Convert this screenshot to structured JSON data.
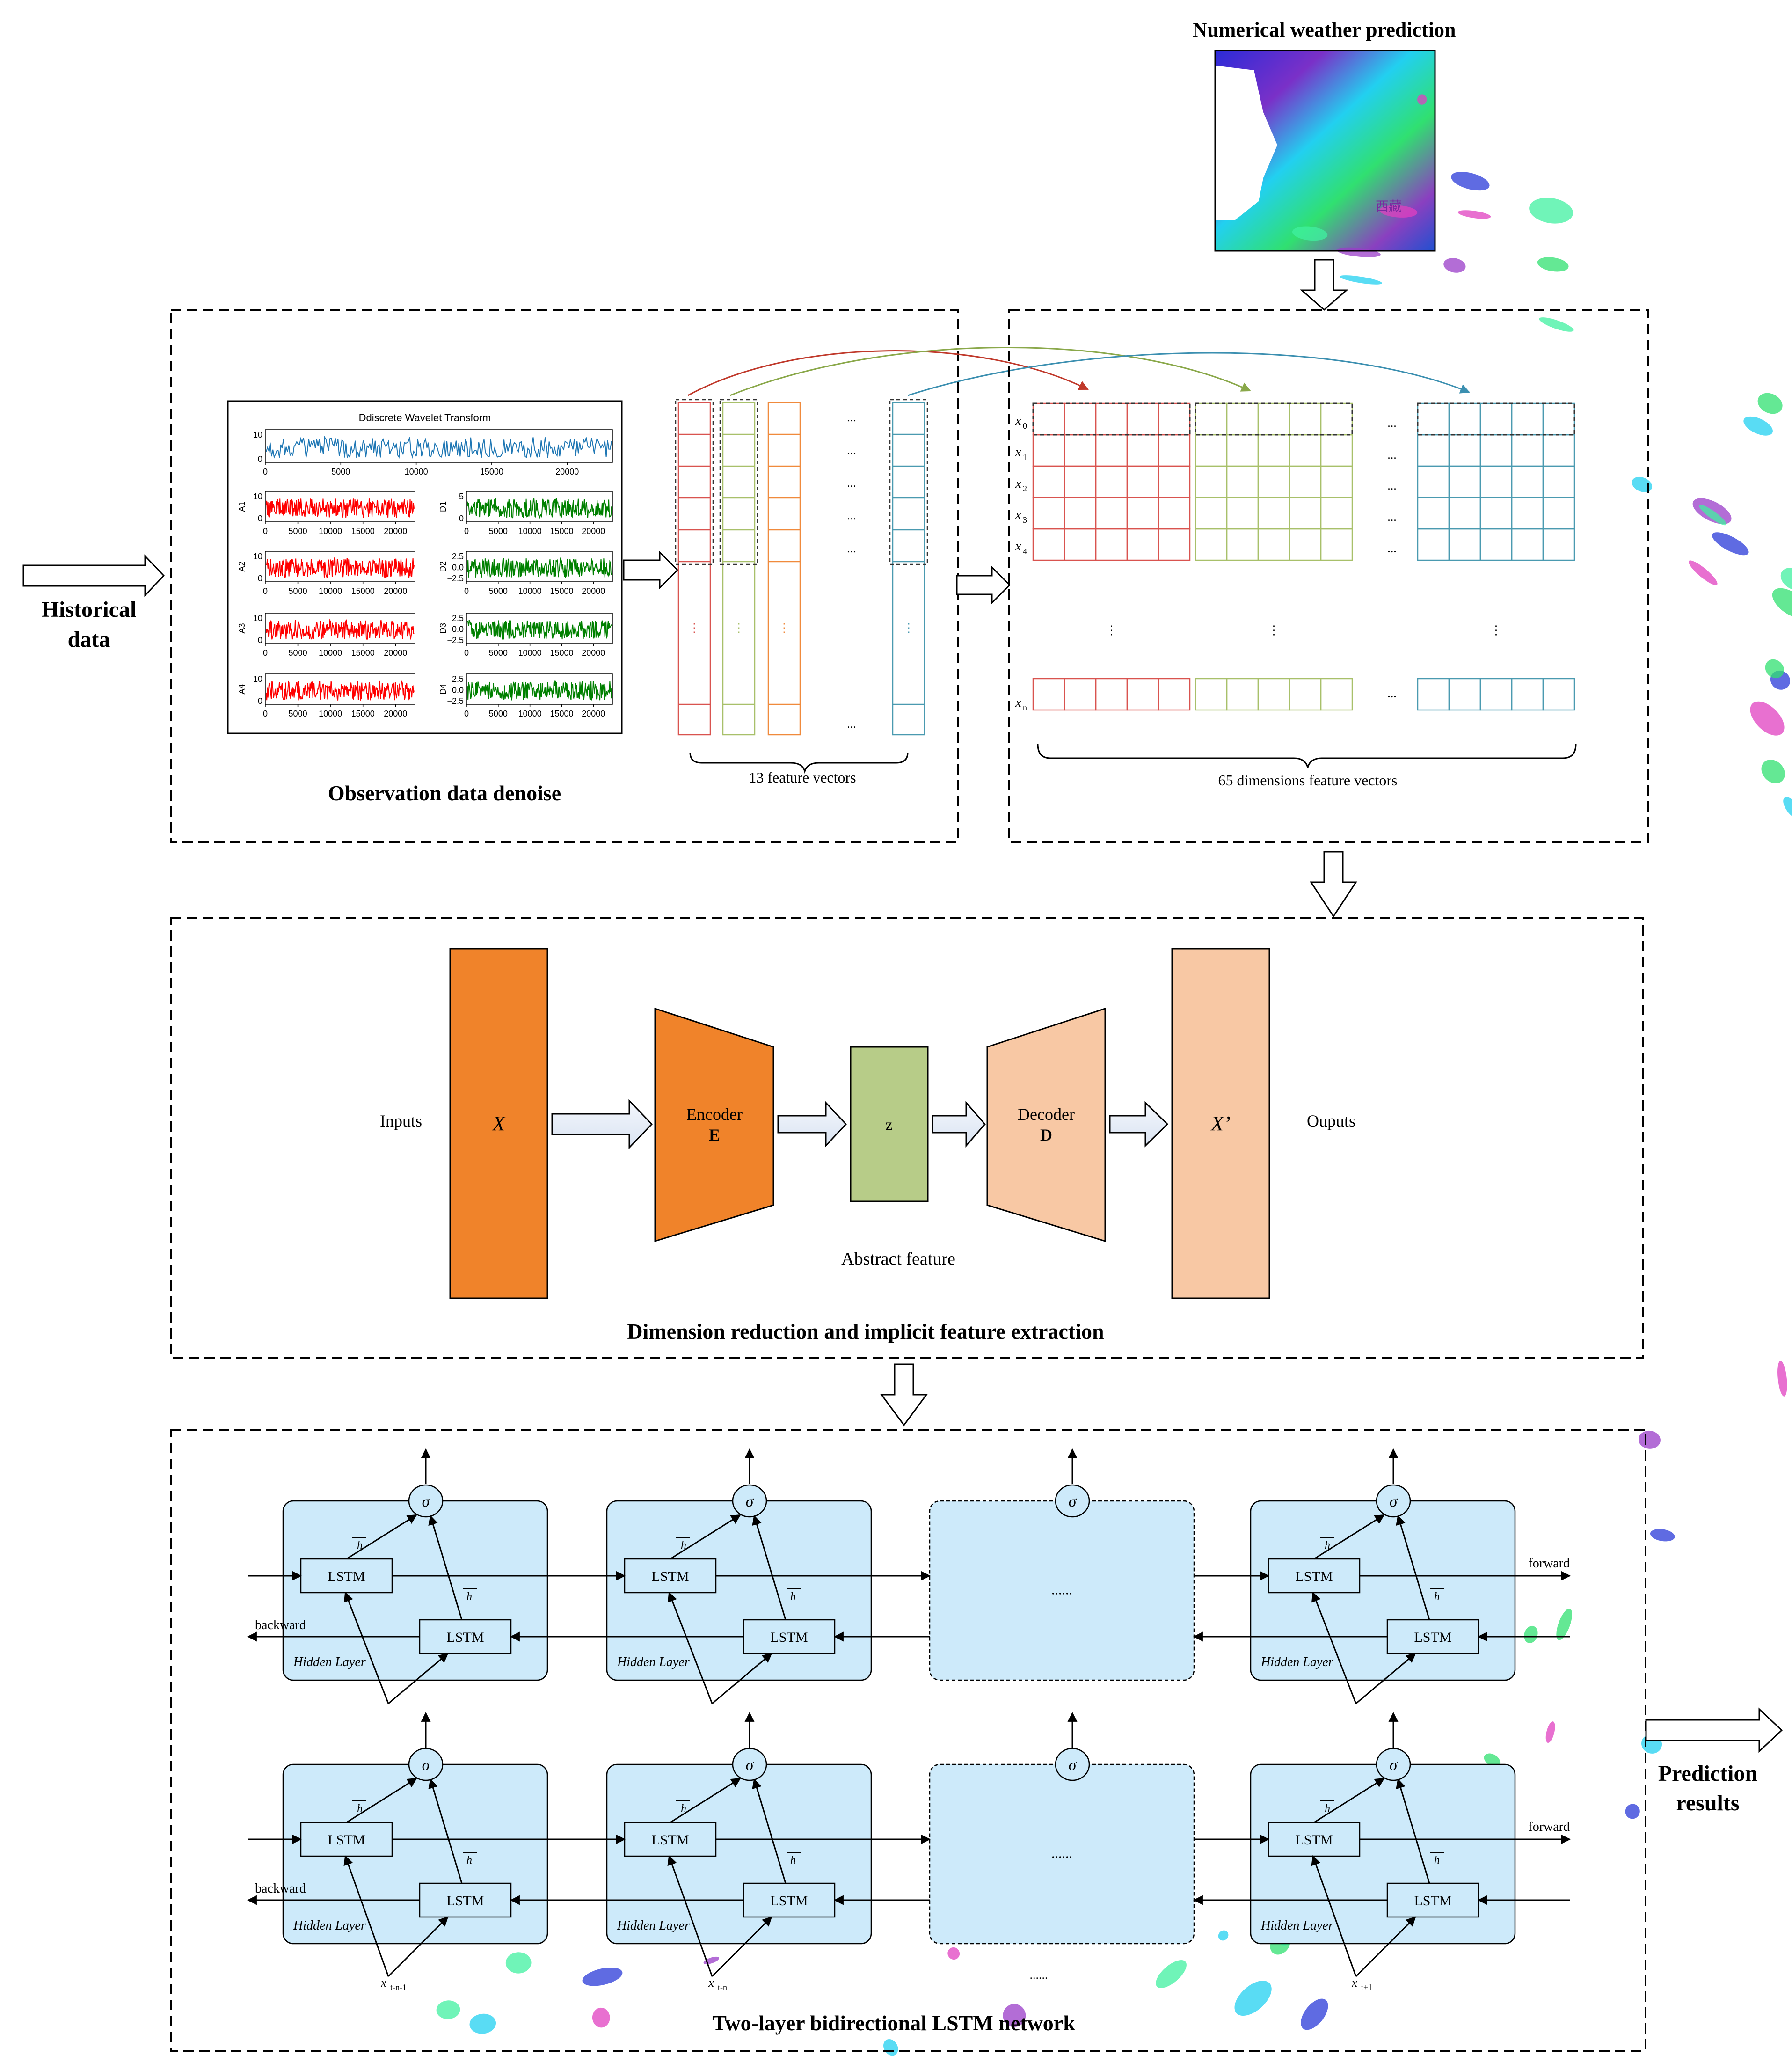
{
  "nwp": {
    "title": "Numerical weather prediction",
    "map_label": "西藏"
  },
  "historical": {
    "line1": "Historical",
    "line2": "data"
  },
  "denoise": {
    "title": "Observation data denoise",
    "chart_title": "Ddiscrete Wavelet Transform",
    "feature_label": "13 feature vectors"
  },
  "feature65": {
    "label": "65 dimensions feature vectors"
  },
  "autoencoder": {
    "title": "Dimension reduction and implicit feature extraction",
    "inputs": "Inputs",
    "x": "X",
    "encoder": "Encoder",
    "encoder_sym": "E",
    "z": "z",
    "decoder": "Decoder",
    "decoder_sym": "D",
    "xprime": "X’",
    "outputs": "Ouputs",
    "abstract": "Abstract feature"
  },
  "lstm": {
    "title": "Two-layer bidirectional LSTM network",
    "cell": "LSTM",
    "sigma": "σ",
    "hidden": "Hidden Layer",
    "forward": "forward",
    "backward": "backward",
    "dots": "......",
    "inputs": [
      "x",
      "x",
      "x"
    ],
    "input_subs": [
      "t-n-1",
      "t-n",
      "t+1"
    ]
  },
  "prediction": {
    "line1": "Prediction",
    "line2": "results"
  },
  "chart_data": {
    "type": "line",
    "title": "Ddiscrete Wavelet Transform",
    "panels": [
      {
        "label": "",
        "color": "#1f77b4",
        "yticks": [
          "10",
          "0"
        ],
        "xticks": [
          "0",
          "5000",
          "10000",
          "15000",
          "20000"
        ]
      },
      {
        "label": "A1",
        "color": "#ff0000",
        "yticks": [
          "10",
          "0"
        ],
        "xticks": [
          "0",
          "5000",
          "10000",
          "15000",
          "20000"
        ]
      },
      {
        "label": "D1",
        "color": "#008000",
        "yticks": [
          "5",
          "0"
        ],
        "xticks": [
          "0",
          "5000",
          "10000",
          "15000",
          "20000"
        ]
      },
      {
        "label": "A2",
        "color": "#ff0000",
        "yticks": [
          "10",
          "0"
        ],
        "xticks": [
          "0",
          "5000",
          "10000",
          "15000",
          "20000"
        ]
      },
      {
        "label": "D2",
        "color": "#008000",
        "yticks": [
          "2.5",
          "0.0",
          "−2.5"
        ],
        "xticks": [
          "0",
          "5000",
          "10000",
          "15000",
          "20000"
        ]
      },
      {
        "label": "A3",
        "color": "#ff0000",
        "yticks": [
          "10",
          "0"
        ],
        "xticks": [
          "0",
          "5000",
          "10000",
          "15000",
          "20000"
        ]
      },
      {
        "label": "D3",
        "color": "#008000",
        "yticks": [
          "2.5",
          "0.0",
          "−2.5"
        ],
        "xticks": [
          "0",
          "5000",
          "10000",
          "15000",
          "20000"
        ]
      },
      {
        "label": "A4",
        "color": "#ff0000",
        "yticks": [
          "10",
          "0"
        ],
        "xticks": [
          "0",
          "5000",
          "10000",
          "15000",
          "20000"
        ]
      },
      {
        "label": "D4",
        "color": "#008000",
        "yticks": [
          "2.5",
          "0.0",
          "−2.5"
        ],
        "xticks": [
          "0",
          "5000",
          "10000",
          "15000",
          "20000"
        ]
      }
    ]
  },
  "colors": {
    "red": "#d9534f",
    "green": "#a8c06a",
    "orange": "#f08a3c",
    "blue": "#4a9ab0",
    "encoder": "#f0832a",
    "decoder": "#f8c8a4",
    "z": "#b7cc88",
    "lstm_bg": "#cdeafa"
  }
}
